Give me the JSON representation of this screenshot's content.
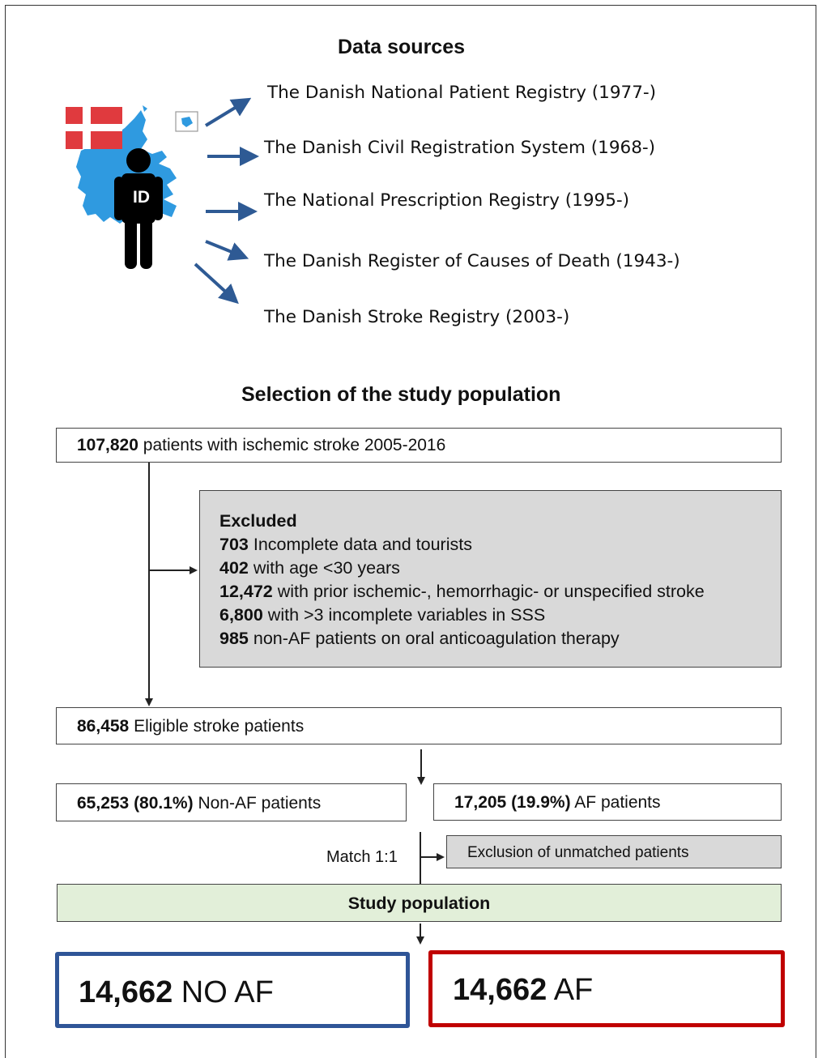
{
  "data_sources": {
    "title": "Data sources",
    "map_label": "ID",
    "items": [
      "The Danish National Patient Registry (1977-)",
      "The Danish Civil Registration System (1968-)",
      "The National Prescription Registry (1995-)",
      "The Danish Register of Causes of Death (1943-)",
      "The Danish Stroke Registry (2003-)"
    ]
  },
  "selection": {
    "title": "Selection of the study population",
    "initial": {
      "count": "107,820",
      "text": "patients with ischemic stroke 2005-2016"
    },
    "excluded": {
      "heading": "Excluded",
      "items": [
        {
          "count": "703",
          "text": "Incomplete data and tourists"
        },
        {
          "count": "402",
          "text": "with age <30 years"
        },
        {
          "count": "12,472",
          "text": "with prior ischemic-, hemorrhagic- or unspecified stroke"
        },
        {
          "count": "6,800",
          "text": "with >3 incomplete variables in SSS"
        },
        {
          "count": "985",
          "text": "non-AF patients on oral anticoagulation therapy"
        }
      ]
    },
    "eligible": {
      "count": "86,458",
      "text": "Eligible stroke patients"
    },
    "non_af": {
      "count": "65,253 (80.1%)",
      "text": "Non-AF patients"
    },
    "af": {
      "count": "17,205 (19.9%)",
      "text": "AF patients"
    },
    "match_label": "Match 1:1",
    "unmatched": "Exclusion of unmatched patients",
    "study_population": "Study population",
    "result_no_af": {
      "count": "14,662",
      "text": "NO AF"
    },
    "result_af": {
      "count": "14,662",
      "text": "AF"
    }
  },
  "colors": {
    "arrow_blue": "#2e5a94",
    "map_blue": "#2f9ae0",
    "flag_red": "#e03a3e",
    "no_af_border": "#2f5597",
    "af_border": "#c00000",
    "excluded_fill": "#d9d9d9",
    "study_fill": "#e2efd9"
  }
}
